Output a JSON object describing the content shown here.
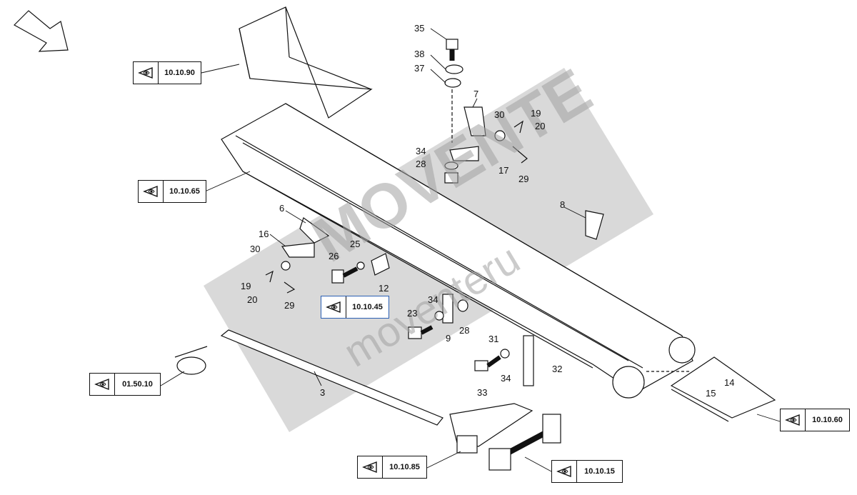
{
  "references": [
    {
      "id": "ref-10-10-90",
      "code": "10.10.90"
    },
    {
      "id": "ref-10-10-65",
      "code": "10.10.65"
    },
    {
      "id": "ref-10-10-45",
      "code": "10.10.45"
    },
    {
      "id": "ref-01-50-10",
      "code": "01.50.10"
    },
    {
      "id": "ref-10-10-85",
      "code": "10.10.85"
    },
    {
      "id": "ref-10-10-15",
      "code": "10.10.15"
    },
    {
      "id": "ref-10-10-60",
      "code": "10.10.60"
    }
  ],
  "part_numbers": [
    "35",
    "38",
    "37",
    "7",
    "30",
    "19",
    "20",
    "34",
    "28",
    "17",
    "29",
    "8",
    "6",
    "16",
    "30",
    "26",
    "25",
    "19",
    "20",
    "29",
    "12",
    "34",
    "23",
    "9",
    "28",
    "31",
    "32",
    "34",
    "33",
    "3",
    "15",
    "14"
  ],
  "watermark": {
    "brand": "MOVENTE",
    "domain": "moventeru"
  },
  "colors": {
    "line": "#111111",
    "watermark": "#a0a0a0",
    "highlight": "#2b5fb3"
  }
}
